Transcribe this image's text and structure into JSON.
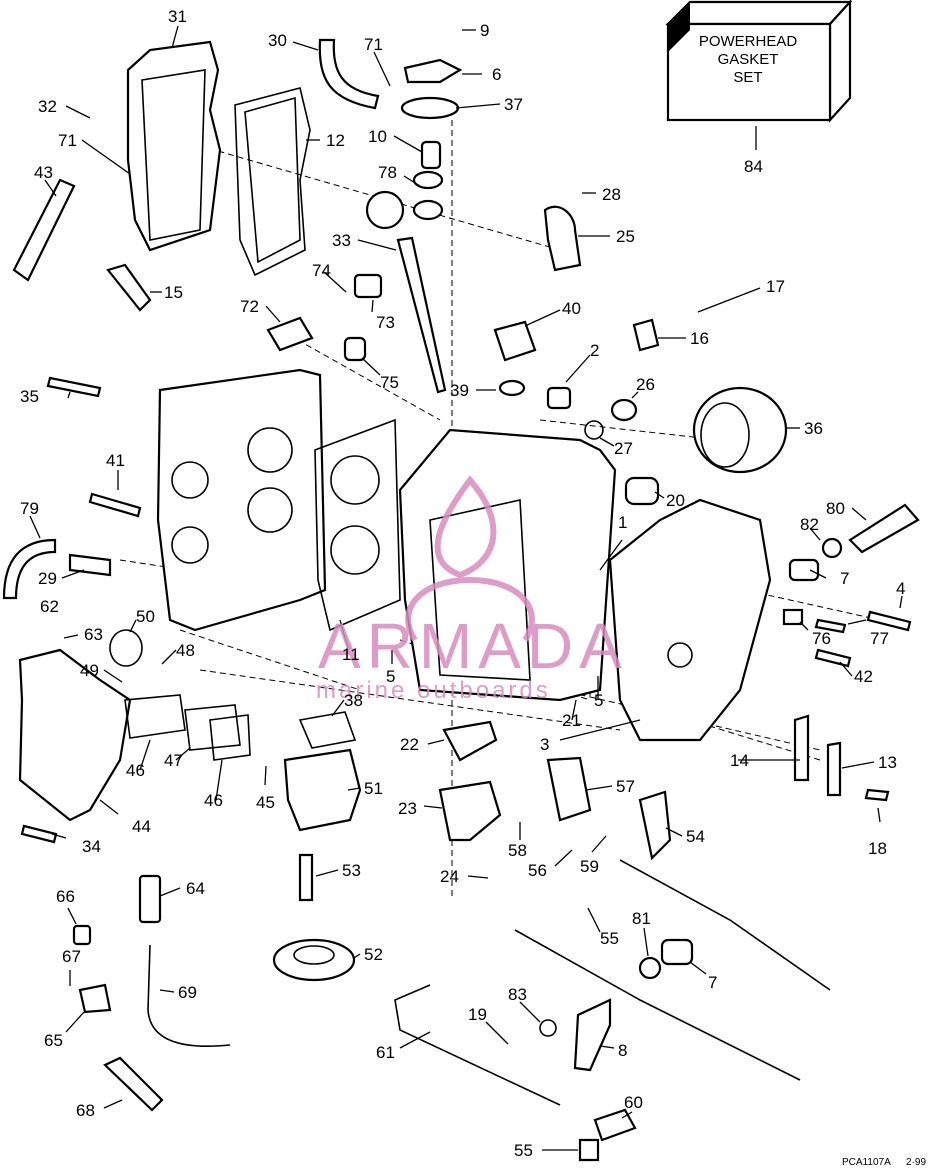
{
  "kit_box": {
    "lines": [
      "POWERHEAD",
      "GASKET",
      "SET"
    ],
    "number": "84"
  },
  "watermark": {
    "brand": "ARMADA",
    "tagline": "marine outboards",
    "color": "#d98bbf"
  },
  "footer": {
    "code": "PCA1107A",
    "date": "2·99"
  },
  "labels": {
    "n31": "31",
    "n30": "30",
    "n71a": "71",
    "n9": "9",
    "n6": "6",
    "n37": "37",
    "n32": "32",
    "n12": "12",
    "n10": "10",
    "n71b": "71",
    "n78": "78",
    "n43": "43",
    "n28": "28",
    "n25": "25",
    "n33": "33",
    "n74": "74",
    "n15": "15",
    "n72": "72",
    "n73": "73",
    "n40": "40",
    "n17": "17",
    "n16": "16",
    "n2": "2",
    "n75": "75",
    "n35": "35",
    "n39": "39",
    "n26": "26",
    "n36": "36",
    "n27": "27",
    "n41": "41",
    "n20": "20",
    "n1": "1",
    "n80": "80",
    "n79": "79",
    "n82": "82",
    "n29": "29",
    "n7a": "7",
    "n62": "62",
    "n50": "50",
    "n4": "4",
    "n63": "63",
    "n76": "76",
    "n77": "77",
    "n11": "11",
    "n48": "48",
    "n5a": "5",
    "n42": "42",
    "n49": "49",
    "n5b": "5",
    "n38": "38",
    "n21": "21",
    "n22": "22",
    "n3": "3",
    "n14": "14",
    "n13": "13",
    "n46a": "46",
    "n47": "47",
    "n46b": "46",
    "n45": "45",
    "n51": "51",
    "n57": "57",
    "n44": "44",
    "n23": "23",
    "n54": "54",
    "n18": "18",
    "n34": "34",
    "n58": "58",
    "n59": "59",
    "n56": "56",
    "n53": "53",
    "n24": "24",
    "n64": "64",
    "n66": "66",
    "n55a": "55",
    "n81": "81",
    "n52": "52",
    "n67": "67",
    "n7b": "7",
    "n69": "69",
    "n83": "83",
    "n19": "19",
    "n65": "65",
    "n61": "61",
    "n8": "8",
    "n68": "68",
    "n60": "60",
    "n55b": "55"
  }
}
